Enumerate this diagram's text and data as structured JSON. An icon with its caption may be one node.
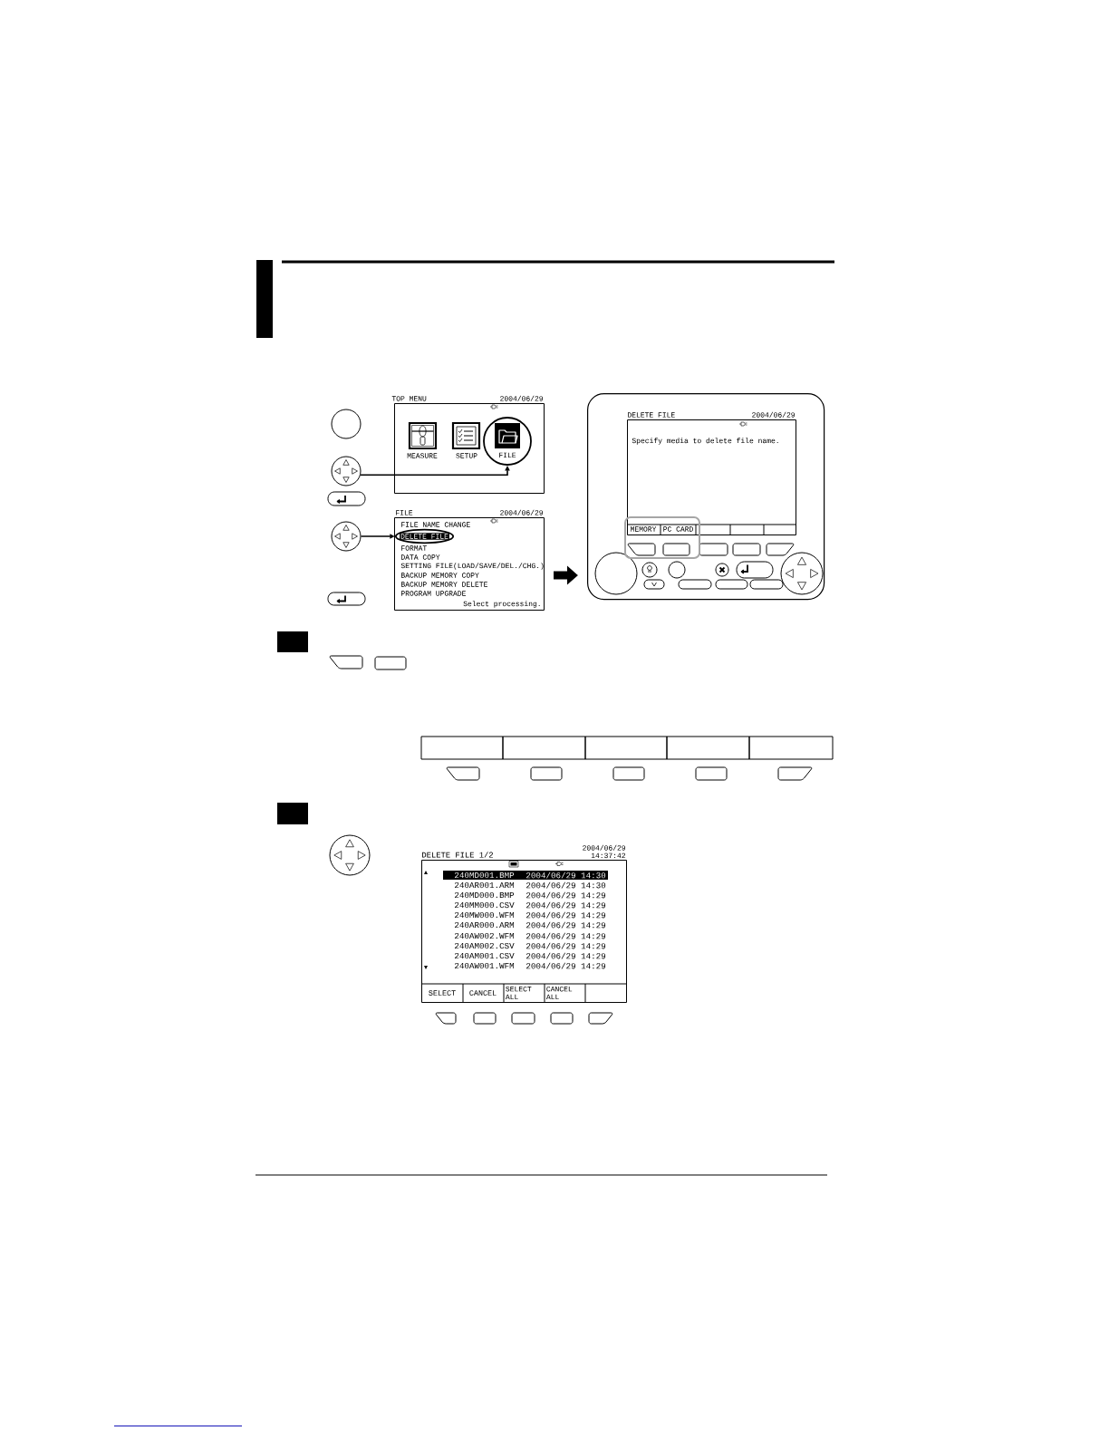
{
  "diagram": {
    "nodes": [
      {
        "text": [
          "TOP MENU",
          "2004/06/29"
        ]
      },
      {
        "text": [
          "MEASURE"
        ],
        "in": 0
      },
      {
        "text": [
          "SETUP"
        ],
        "in": 0
      },
      {
        "text": [
          "FILE"
        ],
        "in": 0
      },
      {
        "text": [],
        "shape": "circle"
      },
      {
        "text": [
          "FILE",
          "2004/06/29",
          "FILE NAME CHANGE",
          "FORMAT",
          "DATA COPY",
          "SETTING FILE(LOAD/SAVE/DEL./CHG.)",
          "BACKUP MEMORY COPY",
          "BACKUP MEMORY DELETE",
          "PROGRAM UPGRADE",
          "Select processing."
        ]
      },
      {
        "text": [
          "DELETE FILE"
        ],
        "in": 5
      },
      {
        "text": [],
        "shape": "circle"
      },
      {
        "text": [],
        "shape": "picture"
      },
      {
        "text": [
          "DELETE FILE",
          "2004/06/29",
          "Specify media to delete file name."
        ],
        "in": 8
      },
      {
        "text": [
          "MEMORY",
          "PC CARD"
        ],
        "in": 8
      },
      {
        "text": [
          "DELETE FILE 1/2",
          "2004/06/29",
          "14:37:42",
          "240MD001.BMP",
          "2004/06/29 14:30",
          "240AR001.ARM",
          "2004/06/29 14:30",
          "240MD000.BMP",
          "2004/06/29 14:29",
          "240MM000.CSV",
          "2004/06/29 14:29",
          "240MW000.WFM",
          "2004/06/29 14:29",
          "240AR000.ARM",
          "2004/06/29 14:29",
          "240AW002.WFM",
          "2004/06/29 14:29",
          "240AM002.CSV",
          "2004/06/29 14:29",
          "240AM001.CSV",
          "2004/06/29 14:29",
          "240AW001.WFM",
          "2004/06/29 14:29",
          "SELECT",
          "CANCEL",
          "SELECT ALL",
          "CANCEL ALL"
        ]
      }
    ],
    "edges": [
      {
        "from": 4,
        "to": 3,
        "arrow": "to"
      },
      {
        "from": 7,
        "to": 6,
        "arrow": "to"
      },
      {
        "from": 5,
        "to": 8,
        "arrow": "to",
        "style": "thick"
      }
    ]
  }
}
